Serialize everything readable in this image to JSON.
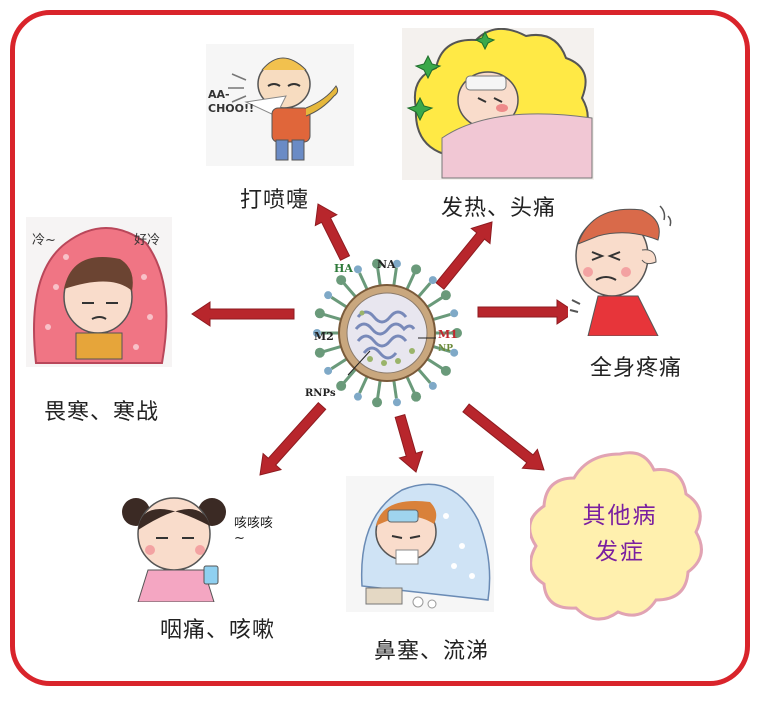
{
  "virus": {
    "labels": {
      "ha": "HA",
      "na": "NA",
      "m2": "M2",
      "m1": "M1",
      "rnps": "RNPs",
      "np": "NP"
    }
  },
  "symptoms": [
    {
      "id": "sneeze",
      "label": "打喷嚏",
      "sound": "AA-CHOO!!"
    },
    {
      "id": "fever",
      "label": "发热、头痛"
    },
    {
      "id": "aches",
      "label": "全身疼痛"
    },
    {
      "id": "chills",
      "label": "畏寒、寒战",
      "bubble_left": "冷~",
      "bubble_right": "好冷"
    },
    {
      "id": "throat",
      "label": "咽痛、咳嗽",
      "bubble": "咳咳咳~"
    },
    {
      "id": "nose",
      "label": "鼻塞、流涕"
    },
    {
      "id": "other",
      "label_line1": "其他病",
      "label_line2": "发症"
    }
  ],
  "colors": {
    "frame": "#d9242b",
    "arrow": "#b8262c",
    "cloud_fill": "#fff0ae",
    "cloud_text": "#7a1fa0"
  }
}
